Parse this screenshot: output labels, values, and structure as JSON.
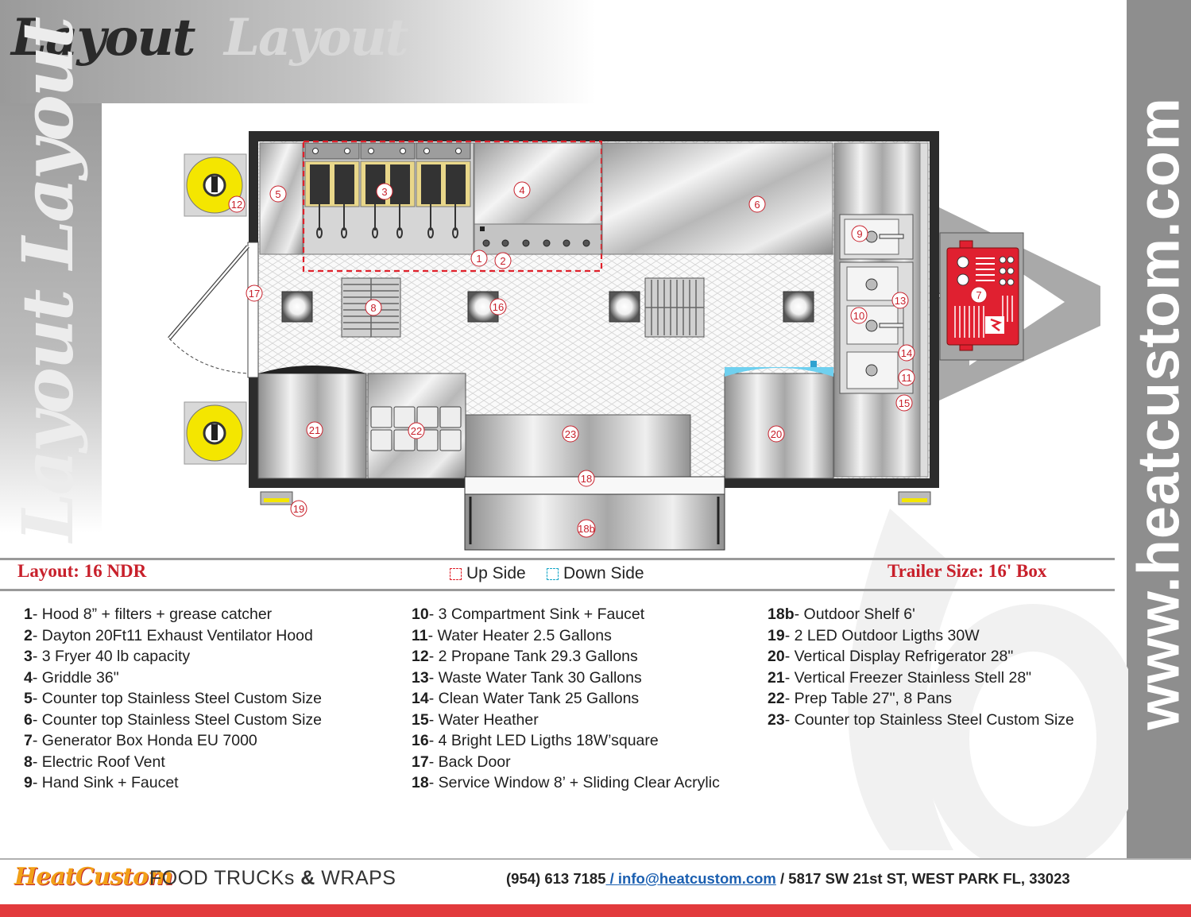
{
  "header": {
    "title_dark": "Layout",
    "title_light": "Layout",
    "vertical_title": "Layout Layout"
  },
  "website": "www.heatcustom.com",
  "info_bar": {
    "layout_name": "Layout: 16 NDR",
    "legend_up": "Up Side",
    "legend_down": "Down Side",
    "trailer_size": "Trailer Size: 16' Box"
  },
  "colors": {
    "accent_red": "#c8202b",
    "legend_up": "#e0202a",
    "legend_down": "#17a7c8",
    "propane_yellow": "#f4e600",
    "generator_red": "#e02030"
  },
  "diagram_labels": {
    "l1": "1",
    "l2": "2",
    "l3": "3",
    "l4": "4",
    "l5": "5",
    "l6": "6",
    "l7": "7",
    "l8": "8",
    "l9": "9",
    "l10": "10",
    "l11": "11",
    "l12": "12",
    "l13": "13",
    "l14": "14",
    "l15": "15",
    "l16": "16",
    "l17": "17",
    "l18": "18",
    "l18b": "18b",
    "l19": "19",
    "l20": "20",
    "l21": "21",
    "l22": "22",
    "l23": "23"
  },
  "items_col1": [
    {
      "num": "1",
      "text": "- Hood 8” + filters + grease catcher"
    },
    {
      "num": "2",
      "text": "- Dayton 20Ft11 Exhaust Ventilator Hood"
    },
    {
      "num": "3",
      "text": "- 3 Fryer 40 lb capacity"
    },
    {
      "num": "4",
      "text": "- Griddle 36\""
    },
    {
      "num": "5",
      "text": "- Counter top Stainless Steel Custom Size"
    },
    {
      "num": "6",
      "text": "- Counter top Stainless Steel Custom Size"
    },
    {
      "num": "7",
      "text": "- Generator Box Honda EU 7000"
    },
    {
      "num": "8",
      "text": "- Electric Roof Vent"
    },
    {
      "num": "9",
      "text": "- Hand Sink + Faucet"
    }
  ],
  "items_col2": [
    {
      "num": "10",
      "text": "-  3 Compartment Sink + Faucet"
    },
    {
      "num": "11",
      "text": "- Water Heater 2.5 Gallons"
    },
    {
      "num": "12",
      "text": "- 2 Propane Tank 29.3 Gallons"
    },
    {
      "num": "13",
      "text": "- Waste Water Tank 30 Gallons"
    },
    {
      "num": "14",
      "text": "- Clean Water Tank 25 Gallons"
    },
    {
      "num": "15",
      "text": "- Water Heather"
    },
    {
      "num": "16",
      "text": "- 4 Bright LED Ligths 18W’square"
    },
    {
      "num": "17",
      "text": "- Back Door"
    },
    {
      "num": "18",
      "text": "- Service Window 8’ + Sliding Clear Acrylic"
    }
  ],
  "items_col3": [
    {
      "num": "18b",
      "text": "- Outdoor Shelf 6'"
    },
    {
      "num": "19",
      "text": "- 2 LED Outdoor Ligths 30W"
    },
    {
      "num": "20",
      "text": "- Vertical Display Refrigerator 28\""
    },
    {
      "num": "21",
      "text": "- Vertical Freezer Stainless Stell 28\""
    },
    {
      "num": "22",
      "text": "- Prep Table 27\", 8 Pans"
    },
    {
      "num": "23",
      "text": "- Counter top Stainless Steel Custom Size"
    }
  ],
  "footer": {
    "logo": "HeatCustom",
    "tagline_1": "FOOD TRUCKs",
    "tagline_amp": "&",
    "tagline_2": "WRAPS",
    "phone": "(954) 613 7185",
    "sep1": " / ",
    "email": " info@heatcustom.com",
    "sep2": " / ",
    "address": "5817 SW 21st ST, WEST PARK FL, 33023"
  }
}
